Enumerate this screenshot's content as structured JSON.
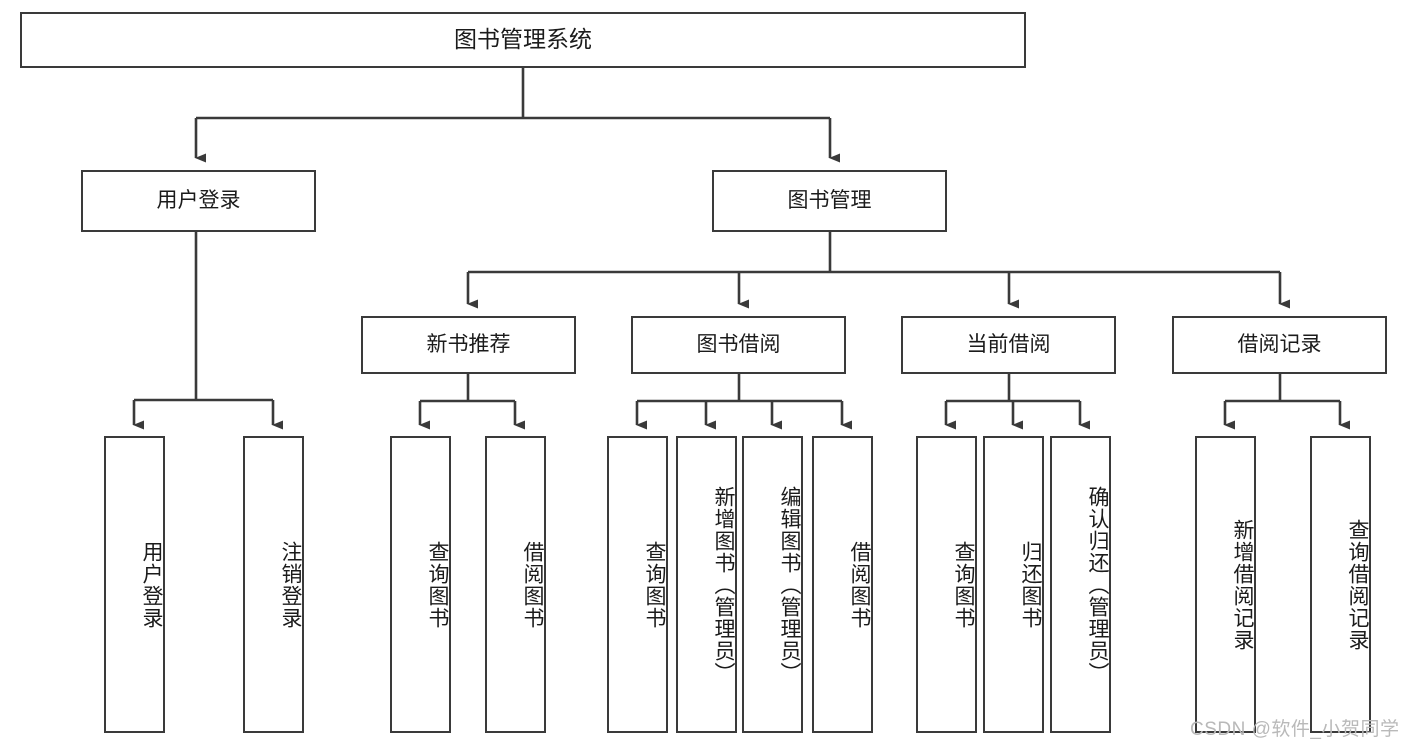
{
  "diagram": {
    "type": "tree",
    "title": "图书管理系统",
    "root": {
      "id": "root",
      "label": "图书管理系统"
    },
    "level1": [
      {
        "id": "user-login",
        "label": "用户登录"
      },
      {
        "id": "book-management",
        "label": "图书管理"
      }
    ],
    "level2": [
      {
        "id": "new-book-recommend",
        "label": "新书推荐",
        "parent": "book-management"
      },
      {
        "id": "book-borrow",
        "label": "图书借阅",
        "parent": "book-management"
      },
      {
        "id": "current-borrow",
        "label": "当前借阅",
        "parent": "book-management"
      },
      {
        "id": "borrow-record",
        "label": "借阅记录",
        "parent": "book-management"
      }
    ],
    "leaves": [
      {
        "id": "leaf-user-login",
        "label": "用户登录",
        "parent": "user-login"
      },
      {
        "id": "leaf-user-logout",
        "label": "注销登录",
        "parent": "user-login"
      },
      {
        "id": "leaf-query-book-1",
        "label": "查询图书",
        "parent": "new-book-recommend"
      },
      {
        "id": "leaf-borrow-book-1",
        "label": "借阅图书",
        "parent": "new-book-recommend"
      },
      {
        "id": "leaf-query-book-2",
        "label": "查询图书",
        "parent": "book-borrow"
      },
      {
        "id": "leaf-add-book",
        "label": "新增图书（管理员）",
        "parent": "book-borrow"
      },
      {
        "id": "leaf-edit-book",
        "label": "编辑图书（管理员）",
        "parent": "book-borrow"
      },
      {
        "id": "leaf-borrow-book-2",
        "label": "借阅图书",
        "parent": "book-borrow"
      },
      {
        "id": "leaf-query-book-3",
        "label": "查询图书",
        "parent": "current-borrow"
      },
      {
        "id": "leaf-return-book",
        "label": "归还图书",
        "parent": "current-borrow"
      },
      {
        "id": "leaf-confirm-return",
        "label": "确认归还（管理员）",
        "parent": "current-borrow"
      },
      {
        "id": "leaf-add-record",
        "label": "新增借阅记录",
        "parent": "borrow-record"
      },
      {
        "id": "leaf-query-record",
        "label": "查询借阅记录",
        "parent": "borrow-record"
      }
    ],
    "colors": {
      "box_border": "#3a3a3a",
      "box_fill": "#ffffff",
      "connector": "#3a3a3a",
      "text": "#1b1b1b",
      "watermark": "#b9b9b9",
      "background": "#ffffff"
    }
  },
  "watermark": {
    "text": "CSDN @软件_小贺同学"
  }
}
